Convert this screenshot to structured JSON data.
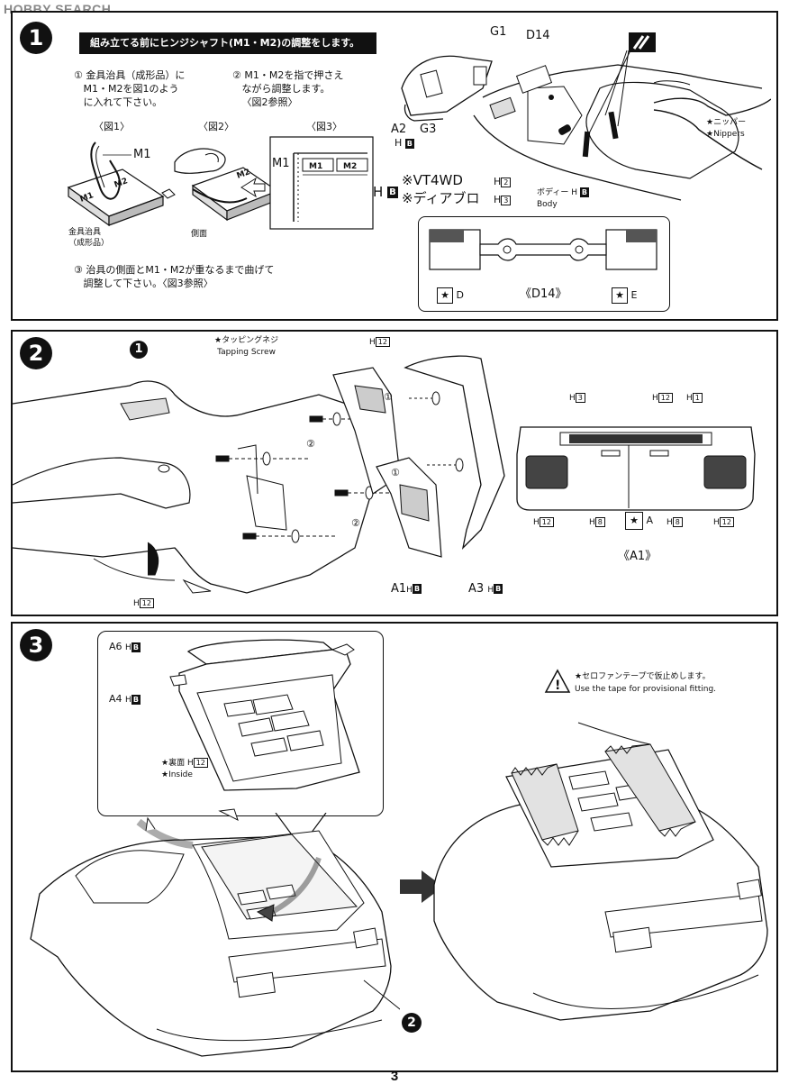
{
  "watermark": "HOBBY SEARCH",
  "page_number": "3",
  "step1": {
    "number": "1",
    "title": "組み立てる前にヒンジシャフト(M1・M2)の調整をします。",
    "instructions": [
      {
        "num": "①",
        "lines": [
          "金具治具（成形品）に",
          "M1・M2を図1のよう",
          "に入れて下さい。"
        ]
      },
      {
        "num": "②",
        "lines": [
          "M1・M2を指で押さえ",
          "ながら調整します。",
          "〈図2参照〉"
        ]
      },
      {
        "num": "③",
        "lines": [
          "治具の側面とM1・M2が重なるまで曲げて",
          "調整して下さい。〈図3参照〉"
        ]
      }
    ],
    "fig_labels": [
      "〈図1〉",
      "〈図2〉",
      "〈図3〉"
    ],
    "m1": "M1",
    "m2": "M2",
    "jig_label": [
      "金具治具",
      "（成形品）"
    ],
    "side_label": "側面",
    "parts": {
      "g1": "G1",
      "d14": "D14",
      "a2": "A2",
      "g3": "G3",
      "h": "H",
      "b": "B"
    },
    "nipper_jp": "★ニッパー",
    "nipper_en": "★Nippers",
    "body_jp": "ボディー",
    "body_en": "Body",
    "variants": [
      {
        "name": "※VT4WD",
        "h": "H",
        "num": "2"
      },
      {
        "name": "※ディアブロ",
        "h": "H",
        "num": "3"
      }
    ],
    "d14_label": "《D14》",
    "d14_marks": [
      "D",
      "E"
    ]
  },
  "step2": {
    "number": "2",
    "ref_step": "1",
    "screw_jp": "★タッピングネジ",
    "screw_en": "Tapping Screw",
    "marks": [
      "①",
      "②",
      "①",
      "②"
    ],
    "parts": {
      "a1": "A1",
      "a3": "A3",
      "h": "H",
      "b": "B"
    },
    "h12": "12",
    "h3": "3",
    "h1": "1",
    "h8": "8",
    "a1_label": "《A1》",
    "a1_mark": "A"
  },
  "step3": {
    "number": "3",
    "ref_step": "2",
    "a6": "A6",
    "a4": "A4",
    "inside_jp": "★裏面",
    "inside_en": "★Inside",
    "tape_jp": "★セロファンテープで仮止めします。",
    "tape_en": "Use the tape for provisional fitting."
  }
}
